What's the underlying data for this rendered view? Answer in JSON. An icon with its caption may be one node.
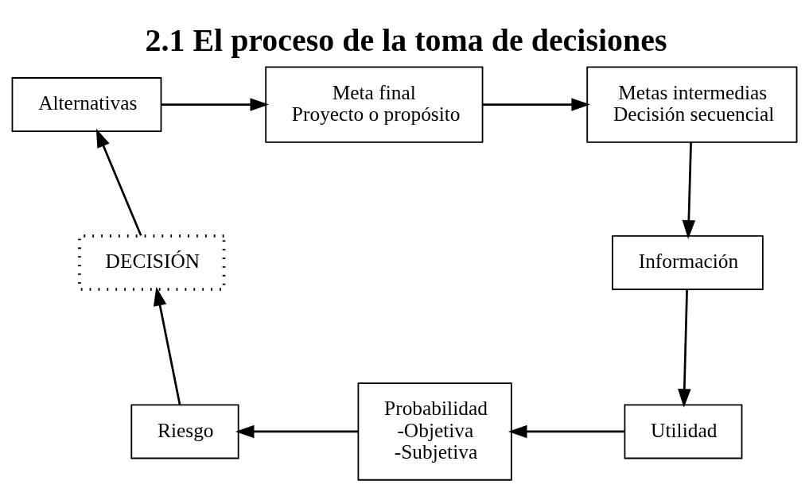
{
  "diagram": {
    "title": "2.1 El proceso de la toma de decisiones",
    "nodes": [
      {
        "text": [
          "Alternativas"
        ]
      },
      {
        "text": [
          "Meta final",
          "Proyecto o propósito"
        ]
      },
      {
        "text": [
          "Metas intermedias",
          "Decisión secuencial"
        ]
      },
      {
        "text": [
          "Información"
        ]
      },
      {
        "text": [
          "Utilidad"
        ]
      },
      {
        "text": [
          "Probabilidad",
          "-Objetiva",
          "-Subjetiva"
        ]
      },
      {
        "text": [
          "Riesgo"
        ]
      },
      {
        "text": [
          "DECISIÓN"
        ]
      }
    ],
    "edges": [
      {
        "from": 0,
        "to": 1,
        "arrow": "to"
      },
      {
        "from": 1,
        "to": 2,
        "arrow": "to"
      },
      {
        "from": 2,
        "to": 3,
        "arrow": "to"
      },
      {
        "from": 3,
        "to": 4,
        "arrow": "to"
      },
      {
        "from": 4,
        "to": 5,
        "arrow": "to"
      },
      {
        "from": 5,
        "to": 6,
        "arrow": "to"
      },
      {
        "from": 6,
        "to": 7,
        "arrow": "to"
      },
      {
        "from": 7,
        "to": 0,
        "arrow": "to"
      }
    ]
  }
}
